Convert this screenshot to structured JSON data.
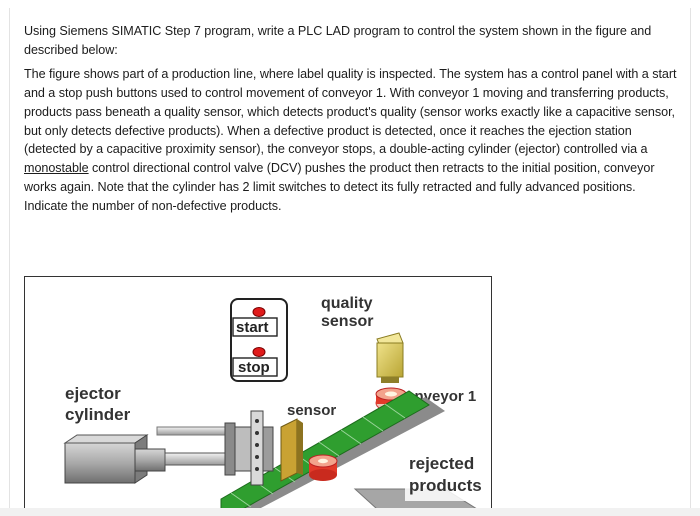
{
  "question": {
    "intro": "Using Siemens SIMATIC Step 7 program, write a PLC LAD program to control the system shown in the figure and described below:",
    "body_before_link": "The figure shows part of a production line, where label quality is inspected. The system has a control panel with a start and a stop push buttons used to control movement of conveyor 1. With conveyor 1 moving and transferring products, products pass beneath a quality sensor, which detects product's quality (sensor works exactly like a capacitive sensor, but only detects defective products). When a defective product is detected, once it reaches the ejection station (detected by a capacitive proximity sensor), the conveyor stops, a double-acting cylinder (ejector) controlled via a ",
    "link_word": "monostable",
    "body_after_link": " control directional control valve (DCV) pushes the product then retracts to the initial position, conveyor works again. Note that the cylinder has 2 limit switches to detect its fully retracted and fully advanced positions. Indicate the number of non-defective products."
  },
  "figure": {
    "start_label": "start",
    "stop_label": "stop",
    "quality_sensor_label_line1": "quality",
    "quality_sensor_label_line2": "sensor",
    "ejector_label_line1": "ejector",
    "ejector_label_line2": "cylinder",
    "sensor_label": "sensor",
    "conveyor_label": "conveyor 1",
    "rejected_label_line1": "rejected",
    "rejected_label_line2": "products"
  },
  "colors": {
    "button_red": "#e01b1b",
    "belt_green": "#2f9e2f",
    "sensor_yellow": "#d9c64a",
    "product_red": "#e23a2a",
    "cylinder_grey": "#9a9a9a"
  }
}
